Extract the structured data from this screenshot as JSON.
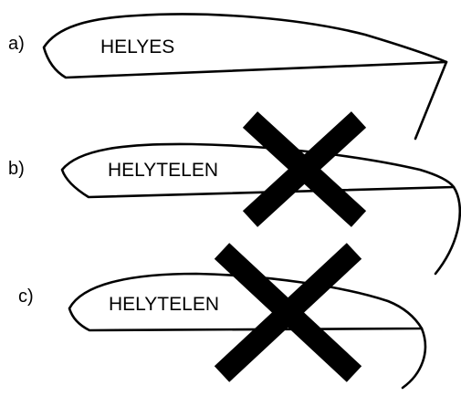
{
  "panels": [
    {
      "marker": "a)",
      "text": "HELYES",
      "crossed": false
    },
    {
      "marker": "b)",
      "text": "HELYTELEN",
      "crossed": true
    },
    {
      "marker": "c)",
      "text": "HELYTELEN",
      "crossed": true
    }
  ],
  "colors": {
    "line": "#000000",
    "background": "#ffffff"
  }
}
